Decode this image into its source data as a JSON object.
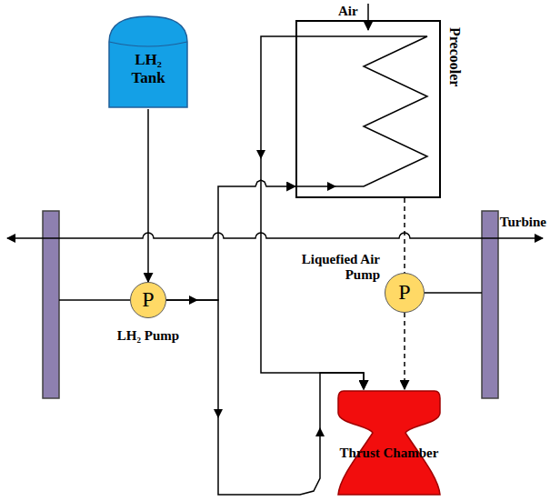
{
  "diagram": {
    "nodes": [
      {
        "text": [
          "LH₂ Tank"
        ]
      },
      {
        "text": [
          "Precooler"
        ]
      },
      {
        "text": [
          "P",
          "LH₂ Pump"
        ]
      },
      {
        "text": [
          "P",
          "Liquefied Air Pump"
        ]
      },
      {
        "text": [
          "Thrust Chamber"
        ]
      }
    ],
    "edges": [
      {
        "from": 0,
        "to": 2,
        "arrow": "to"
      },
      {
        "from": 2,
        "to": 1,
        "arrow": "to"
      },
      {
        "from": 2,
        "to": 4,
        "arrow": "to"
      },
      {
        "from": 1,
        "to": 4,
        "arrow": "to"
      },
      {
        "from": 1,
        "to": 3,
        "arrow": "none"
      },
      {
        "from": 3,
        "to": 4,
        "arrow": "to"
      }
    ],
    "labels": [
      "Air",
      "Turbine"
    ]
  }
}
